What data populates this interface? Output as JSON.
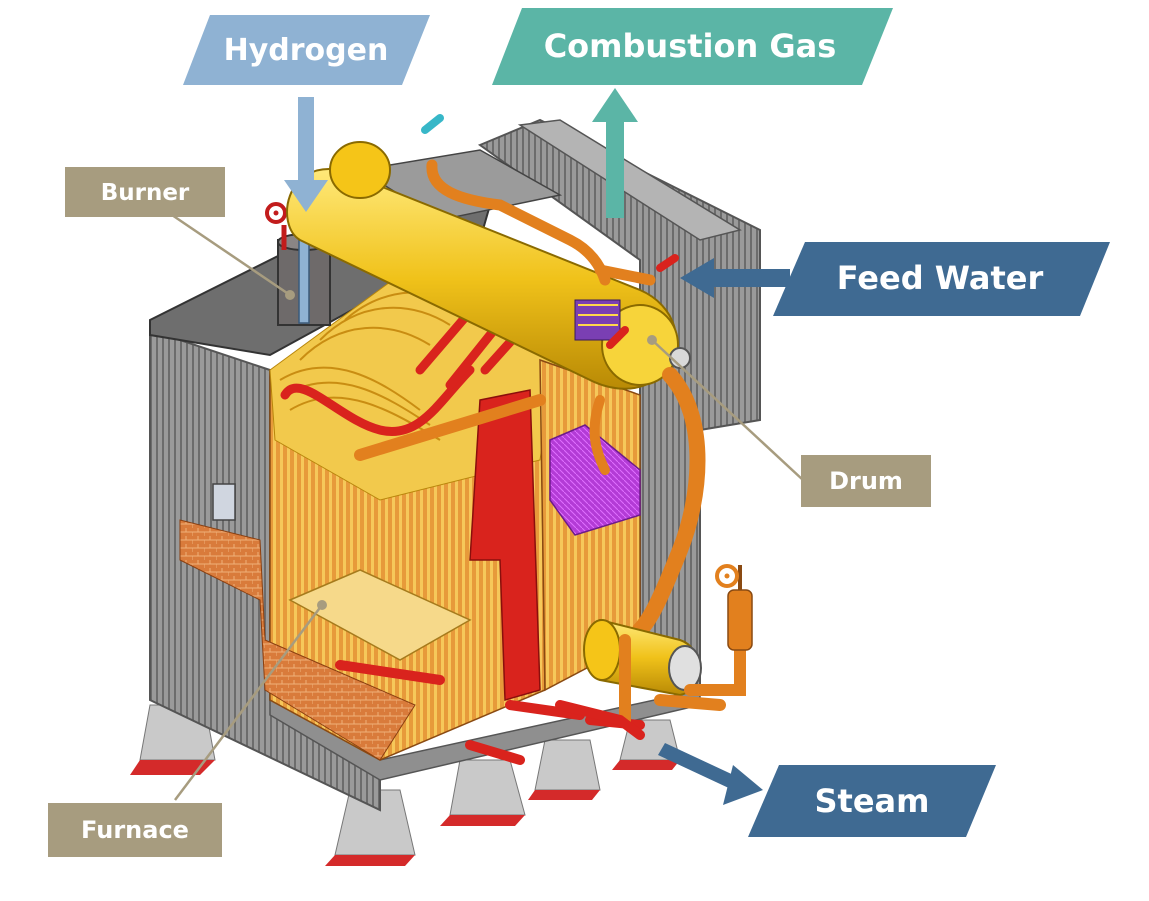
{
  "labels": {
    "hydrogen": "Hydrogen",
    "combustion_gas": "Combustion Gas",
    "burner": "Burner",
    "feed_water": "Feed Water",
    "drum": "Drum",
    "furnace": "Furnace",
    "steam": "Steam"
  },
  "colors": {
    "hydrogen_tag": "#8fb2d3",
    "combustion_gas_tag": "#5bb5a6",
    "component_tag": "#a79c7f",
    "flow_tag": "#3f6a92",
    "drum_body": "#f0c21a",
    "pipe_red": "#d9231d",
    "pipe_orange": "#e2801e",
    "casing_gray": "#8c8c8c",
    "tube_yellow": "#f2c94c",
    "superheater_magenta": "#b33bd6",
    "brick_orange": "#d97b3b"
  }
}
